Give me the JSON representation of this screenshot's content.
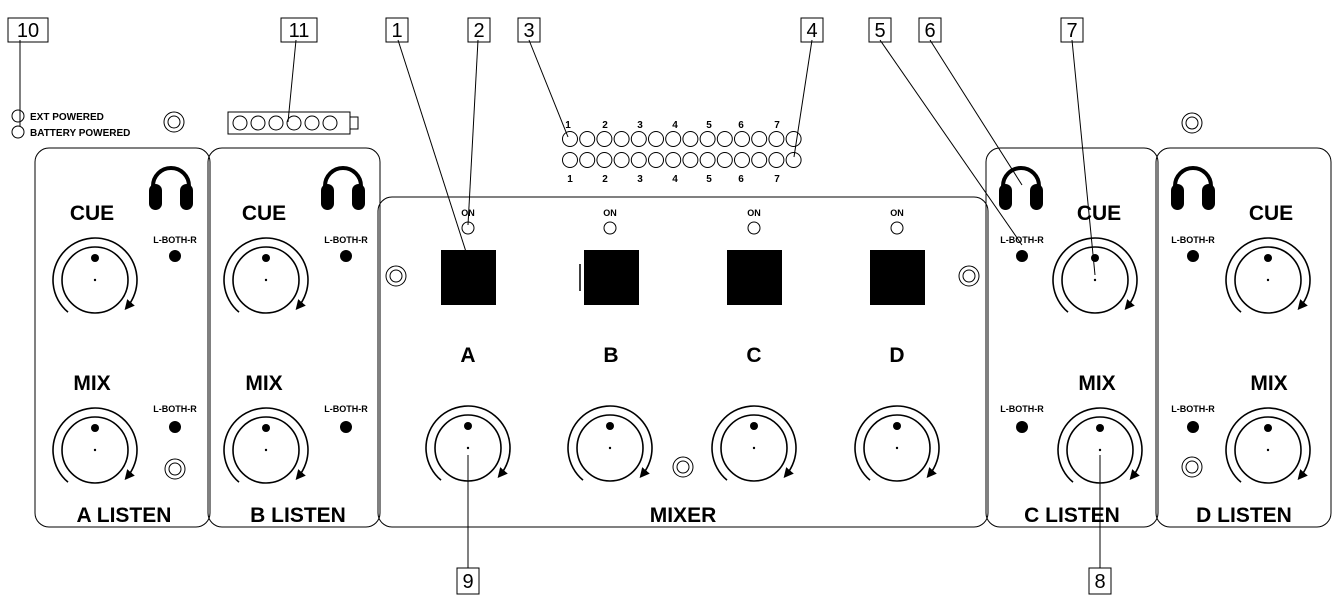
{
  "callouts": [
    "10",
    "11",
    "1",
    "2",
    "3",
    "4",
    "5",
    "6",
    "7",
    "9",
    "8"
  ],
  "power": {
    "ext_label": "EXT POWERED",
    "battery_label": "BATTERY POWERED"
  },
  "listen_modules": [
    {
      "cue_label": "CUE",
      "mix_label": "MIX",
      "cue_switch_label": "L-BOTH-R",
      "mix_switch_label": "L-BOTH-R",
      "title": "A LISTEN"
    },
    {
      "cue_label": "CUE",
      "mix_label": "MIX",
      "cue_switch_label": "L-BOTH-R",
      "mix_switch_label": "L-BOTH-R",
      "title": "B LISTEN"
    },
    {
      "cue_label": "CUE",
      "mix_label": "MIX",
      "cue_switch_label": "L-BOTH-R",
      "mix_switch_label": "L-BOTH-R",
      "title": "C LISTEN"
    },
    {
      "cue_label": "CUE",
      "mix_label": "MIX",
      "cue_switch_label": "L-BOTH-R",
      "mix_switch_label": "L-BOTH-R",
      "title": "D LISTEN"
    }
  ],
  "mixer": {
    "title": "MIXER",
    "channels": [
      {
        "on_label": "ON",
        "name": "A"
      },
      {
        "on_label": "ON",
        "name": "B"
      },
      {
        "on_label": "ON",
        "name": "C"
      },
      {
        "on_label": "ON",
        "name": "D"
      }
    ]
  },
  "led_rows": {
    "top_numbers": [
      "1",
      "2",
      "3",
      "4",
      "5",
      "6",
      "7"
    ],
    "bottom_numbers": [
      "1",
      "2",
      "3",
      "4",
      "5",
      "6",
      "7"
    ]
  }
}
